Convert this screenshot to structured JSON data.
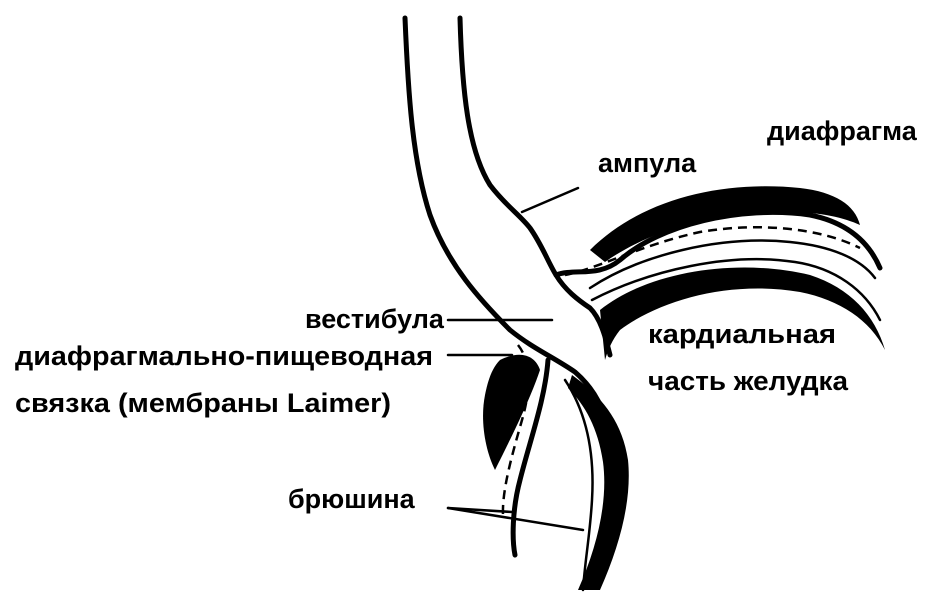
{
  "labels": {
    "ampulla": "ампула",
    "diaphragm": "диафрагма",
    "vestibule": "вестибула",
    "ligament_line1": "диафрагмально-пищеводная",
    "ligament_line2": "связка (мембраны Laimer)",
    "cardia_line1": "кардиальная",
    "cardia_line2": "часть желудка",
    "peritoneum": "брюшина"
  },
  "colors": {
    "ink": "#000000",
    "background": "#ffffff"
  }
}
